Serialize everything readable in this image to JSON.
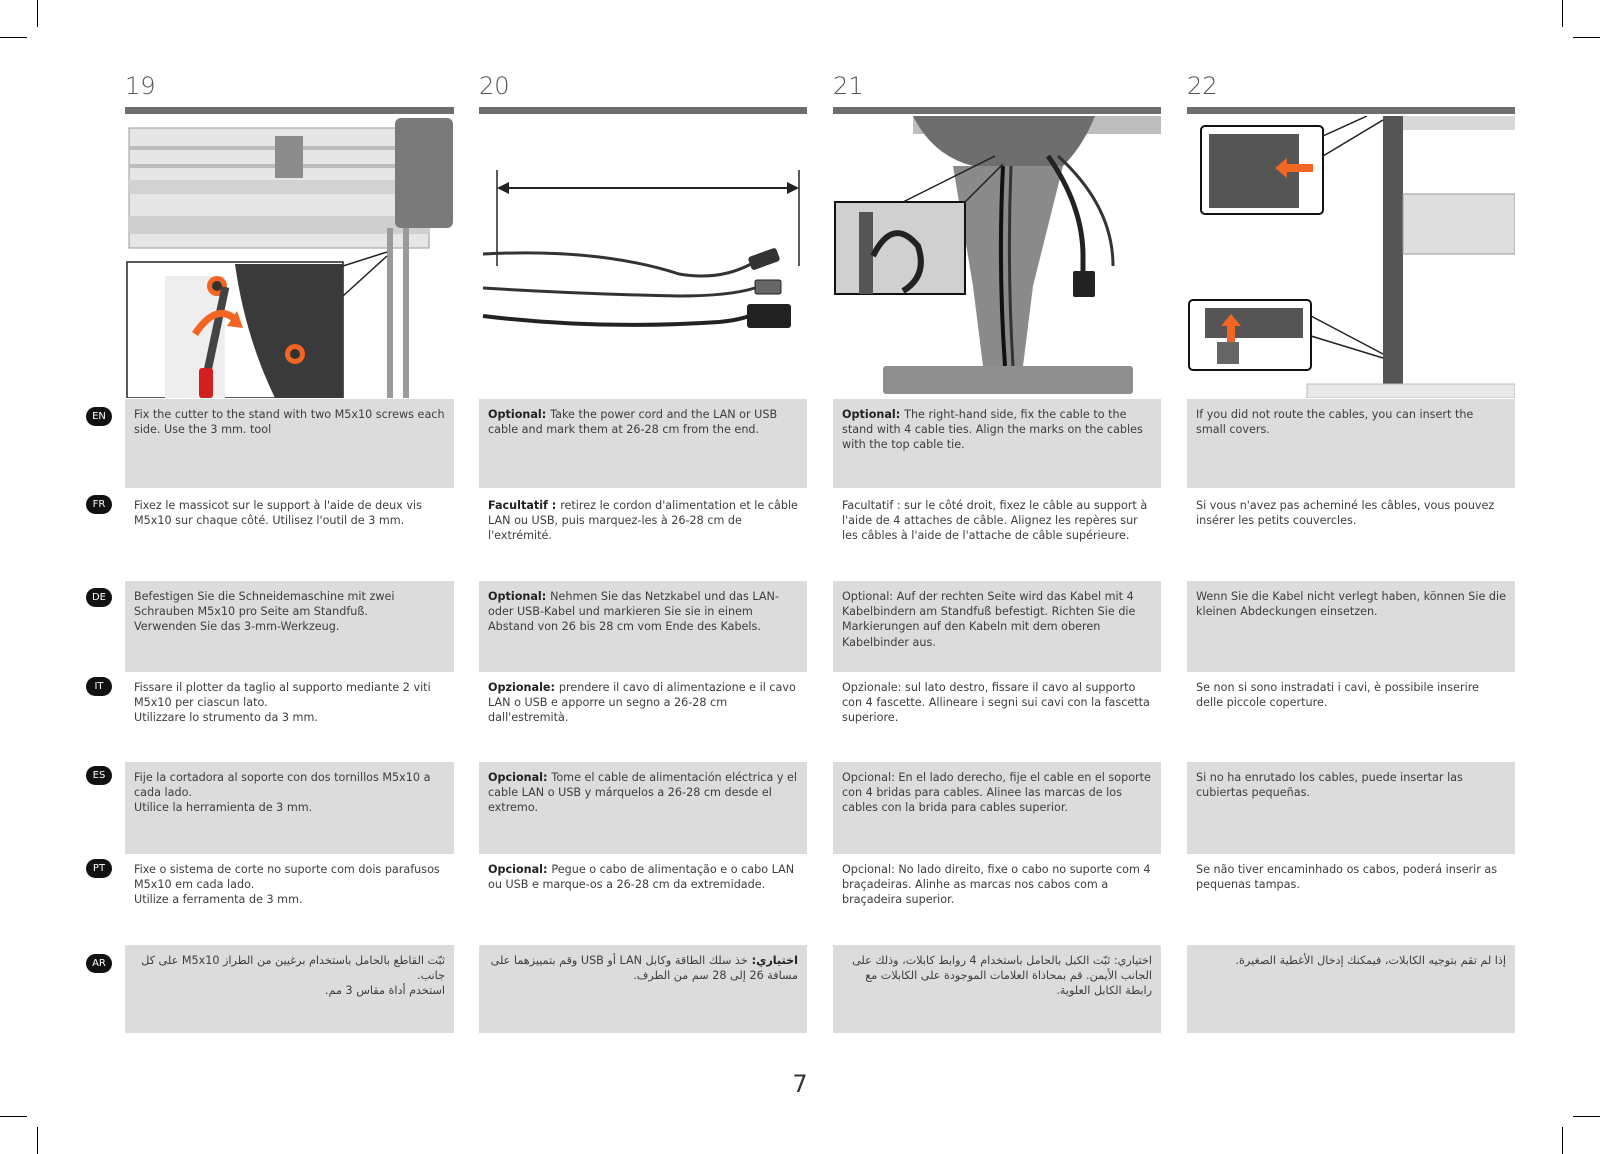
{
  "steps": [
    {
      "number": "19"
    },
    {
      "number": "20"
    },
    {
      "number": "21"
    },
    {
      "number": "22"
    }
  ],
  "languages": [
    "EN",
    "FR",
    "DE",
    "IT",
    "ES",
    "PT",
    "AR"
  ],
  "rows": [
    {
      "lang": "EN",
      "cells": [
        {
          "bold": "",
          "text": "Fix the cutter to the stand with two M5x10 screws each side. Use the 3 mm. tool"
        },
        {
          "bold": "Optional: ",
          "text": "Take the power cord and the LAN or USB cable and mark them at 26-28 cm from the end."
        },
        {
          "bold": "Optional: ",
          "text": "The right-hand side, fix the cable to the stand with 4 cable ties. Align the marks on the cables with the top cable tie."
        },
        {
          "bold": "",
          "text": "If you did not route the cables, you can insert the small covers."
        }
      ]
    },
    {
      "lang": "FR",
      "cells": [
        {
          "bold": "",
          "text": "Fixez le massicot sur le support à l'aide de deux vis M5x10 sur chaque côté. Utilisez l'outil de 3 mm."
        },
        {
          "bold": "Facultatif : ",
          "text": "retirez le cordon d'alimentation et le câble LAN ou USB, puis marquez-les à 26-28 cm de l'extrémité."
        },
        {
          "bold": "",
          "text": "Facultatif : sur le côté droit, fixez le câble au support à l'aide de 4 attaches de câble. Alignez les repères sur les câbles à l'aide de l'attache de câble supérieure."
        },
        {
          "bold": "",
          "text": "Si vous n'avez pas acheminé les câbles, vous pouvez insérer les petits couvercles."
        }
      ]
    },
    {
      "lang": "DE",
      "cells": [
        {
          "bold": "",
          "text": "Befestigen Sie die Schneidemaschine mit zwei Schrauben M5x10 pro Seite am Standfuß.\nVerwenden Sie das 3-mm-Werkzeug."
        },
        {
          "bold": "Optional: ",
          "text": "Nehmen Sie das Netzkabel und das LAN- oder USB-Kabel und markieren Sie sie in einem Abstand von 26 bis 28 cm vom Ende des Kabels."
        },
        {
          "bold": "",
          "text": "Optional: Auf der rechten Seite wird das Kabel mit 4 Kabelbindern am Standfuß befestigt. Richten Sie die Markierungen auf den Kabeln mit dem oberen Kabelbinder aus."
        },
        {
          "bold": "",
          "text": "Wenn Sie die Kabel nicht verlegt haben, können Sie die kleinen Abdeckungen einsetzen."
        }
      ]
    },
    {
      "lang": "IT",
      "cells": [
        {
          "bold": "",
          "text": "Fissare il plotter da taglio al supporto mediante 2 viti M5x10 per ciascun lato.\nUtilizzare lo strumento da 3 mm."
        },
        {
          "bold": "Opzionale: ",
          "text": "prendere il cavo di alimentazione e il cavo LAN o USB e apporre un segno a 26-28 cm dall'estremità."
        },
        {
          "bold": "",
          "text": "Opzionale: sul lato destro, fissare il cavo al supporto con 4 fascette. Allineare i segni sui cavi con la fascetta superiore."
        },
        {
          "bold": "",
          "text": "Se non si sono instradati i cavi, è possibile inserire  delle piccole coperture."
        }
      ]
    },
    {
      "lang": "ES",
      "cells": [
        {
          "bold": "",
          "text": "Fije la cortadora al soporte con dos tornillos M5x10 a cada lado.\nUtilice la herramienta de 3 mm."
        },
        {
          "bold": "Opcional: ",
          "text": "Tome el cable de alimentación eléctrica y el cable LAN o USB y márquelos a 26-28 cm desde el extremo."
        },
        {
          "bold": "",
          "text": "Opcional: En el lado derecho, fije el cable en el soporte con 4 bridas para cables. Alinee las marcas de los cables con la brida para cables superior."
        },
        {
          "bold": "",
          "text": "Si no ha enrutado los cables, puede insertar las cubiertas pequeñas."
        }
      ]
    },
    {
      "lang": "PT",
      "cells": [
        {
          "bold": "",
          "text": "Fixe o sistema de corte no suporte com dois parafusos M5x10 em cada lado.\nUtilize a ferramenta de 3 mm."
        },
        {
          "bold": "Opcional: ",
          "text": "Pegue o cabo de alimentação e o cabo LAN ou USB e marque-os a 26-28 cm da extremidade."
        },
        {
          "bold": "",
          "text": "Opcional: No lado direito, fixe o cabo no suporte com 4 braçadeiras. Alinhe as marcas nos cabos com a braçadeira superior."
        },
        {
          "bold": "",
          "text": "Se não tiver encaminhado os cabos, poderá inserir as pequenas tampas."
        }
      ]
    },
    {
      "lang": "AR",
      "cells": [
        {
          "bold": "",
          "text": "ثبّت القاطع بالحامل باستخدام برغيين من الطراز M5x10 على كل جانب.\nاستخدم أداة مقاس 3 مم."
        },
        {
          "bold": "اختياري: ",
          "text": "خذ سلك الطاقة وكابل LAN أو USB وقم بتمييزهما على مسافة 26 إلى 28 سم من الطرف."
        },
        {
          "bold": "",
          "text": "اختياري: ثبّت الكبل بالحامل باستخدام 4 روابط كابلات، وذلك على الجانب الأيمن. قم بمحاذاة العلامات الموجودة على الكابلات مع رابطة الكابل العلوية."
        },
        {
          "bold": "",
          "text": "إذا لم تقم بتوجيه الكابلات، فيمكنك إدخال الأغطية الصغيرة."
        }
      ]
    }
  ],
  "page_number": "7",
  "colors": {
    "cell_shade": "#dcdcdc",
    "bar": "#6e6e6e",
    "badge": "#111111",
    "arrow": "#f26522"
  },
  "icons": [
    "rotate-arrow-icon",
    "push-arrow-icon",
    "dimension-arrow-icon"
  ]
}
